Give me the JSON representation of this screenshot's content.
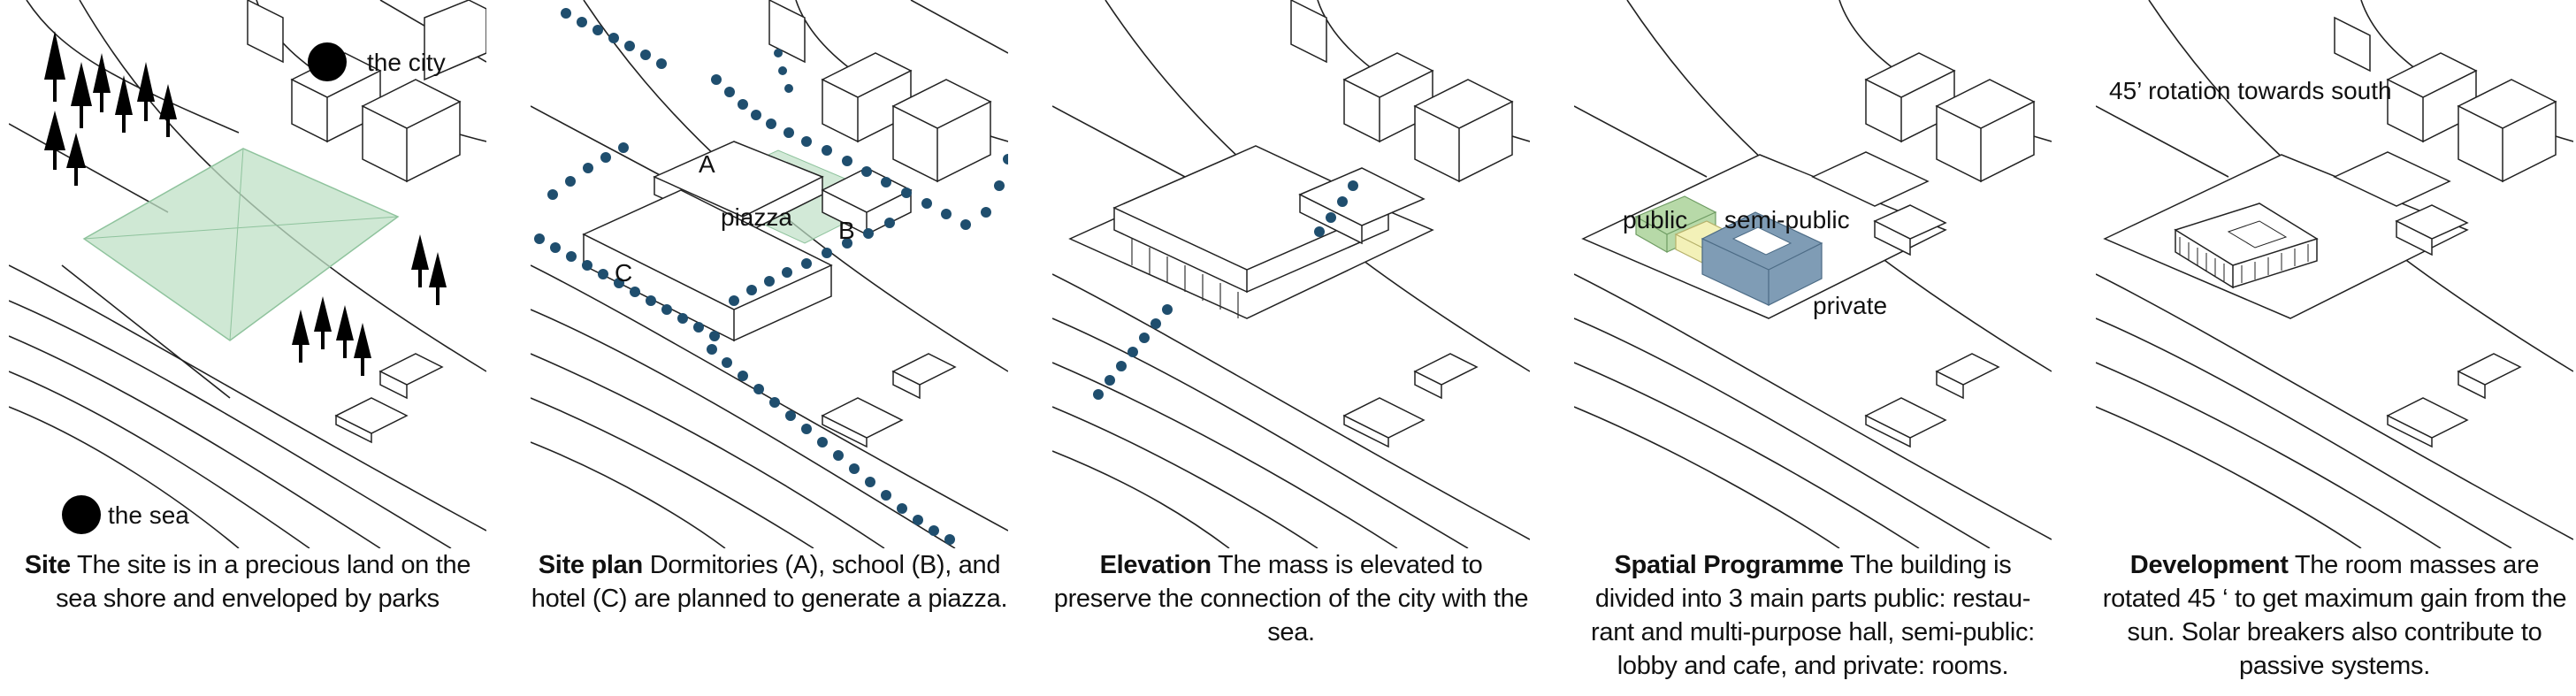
{
  "colors": {
    "path_dots": "#1f4e6e",
    "site_green": "#bfe0c6",
    "public_green": "#b7d9a8",
    "semi_public_yellow": "#f3f1b8",
    "private_blue": "#7f9cb5",
    "trees": "#000000"
  },
  "panels": [
    {
      "heading": "Site",
      "body": "The site is in a precious land on the sea shore and enveloped by parks",
      "labels": {
        "city": "the city",
        "sea": "the sea"
      }
    },
    {
      "heading": "Site plan",
      "body": "Dormitories (A), school (B), and hotel (C) are planned to generate a piazza.",
      "labels": {
        "a": "A",
        "b": "B",
        "c": "C",
        "piazza": "piazza"
      }
    },
    {
      "heading": "Elevation",
      "body": "The mass is elevated to preserve the connection of the city with the sea."
    },
    {
      "heading": "Spatial Programme",
      "body": "The building is divided into 3 main parts public: restau-rant and multi-purpose hall, semi-public: lobby and cafe, and private: rooms.",
      "labels": {
        "public": "public",
        "semi_public": "semi-public",
        "private": "private"
      }
    },
    {
      "heading": "Development",
      "body": "The room masses are rotated 45 ‘ to get maximum gain from the sun. Solar breakers also contribute to passive systems.",
      "labels": {
        "rotation": "45’ rotation towards south"
      }
    }
  ]
}
